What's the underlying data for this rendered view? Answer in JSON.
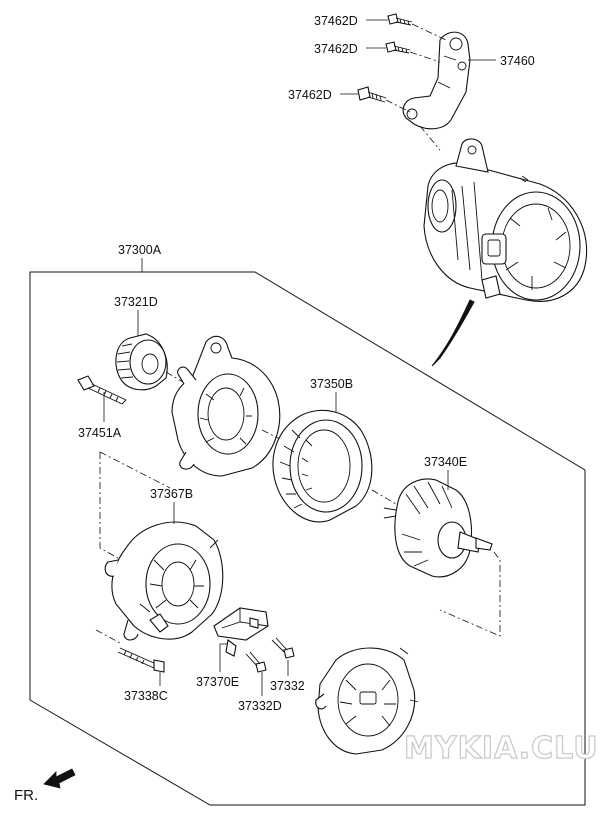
{
  "labels": {
    "p37462d_1": "37462D",
    "p37462d_2": "37462D",
    "p37462d_3": "37462D",
    "p37460": "37460",
    "p37300a": "37300A",
    "p37321d": "37321D",
    "p37451a": "37451A",
    "p37350b": "37350B",
    "p37340e": "37340E",
    "p37367b": "37367B",
    "p37370e": "37370E",
    "p37332": "37332",
    "p37332d": "37332D",
    "p37338c": "37338C"
  },
  "direction_label": "FR.",
  "watermark": "MYKIA.CLUB"
}
